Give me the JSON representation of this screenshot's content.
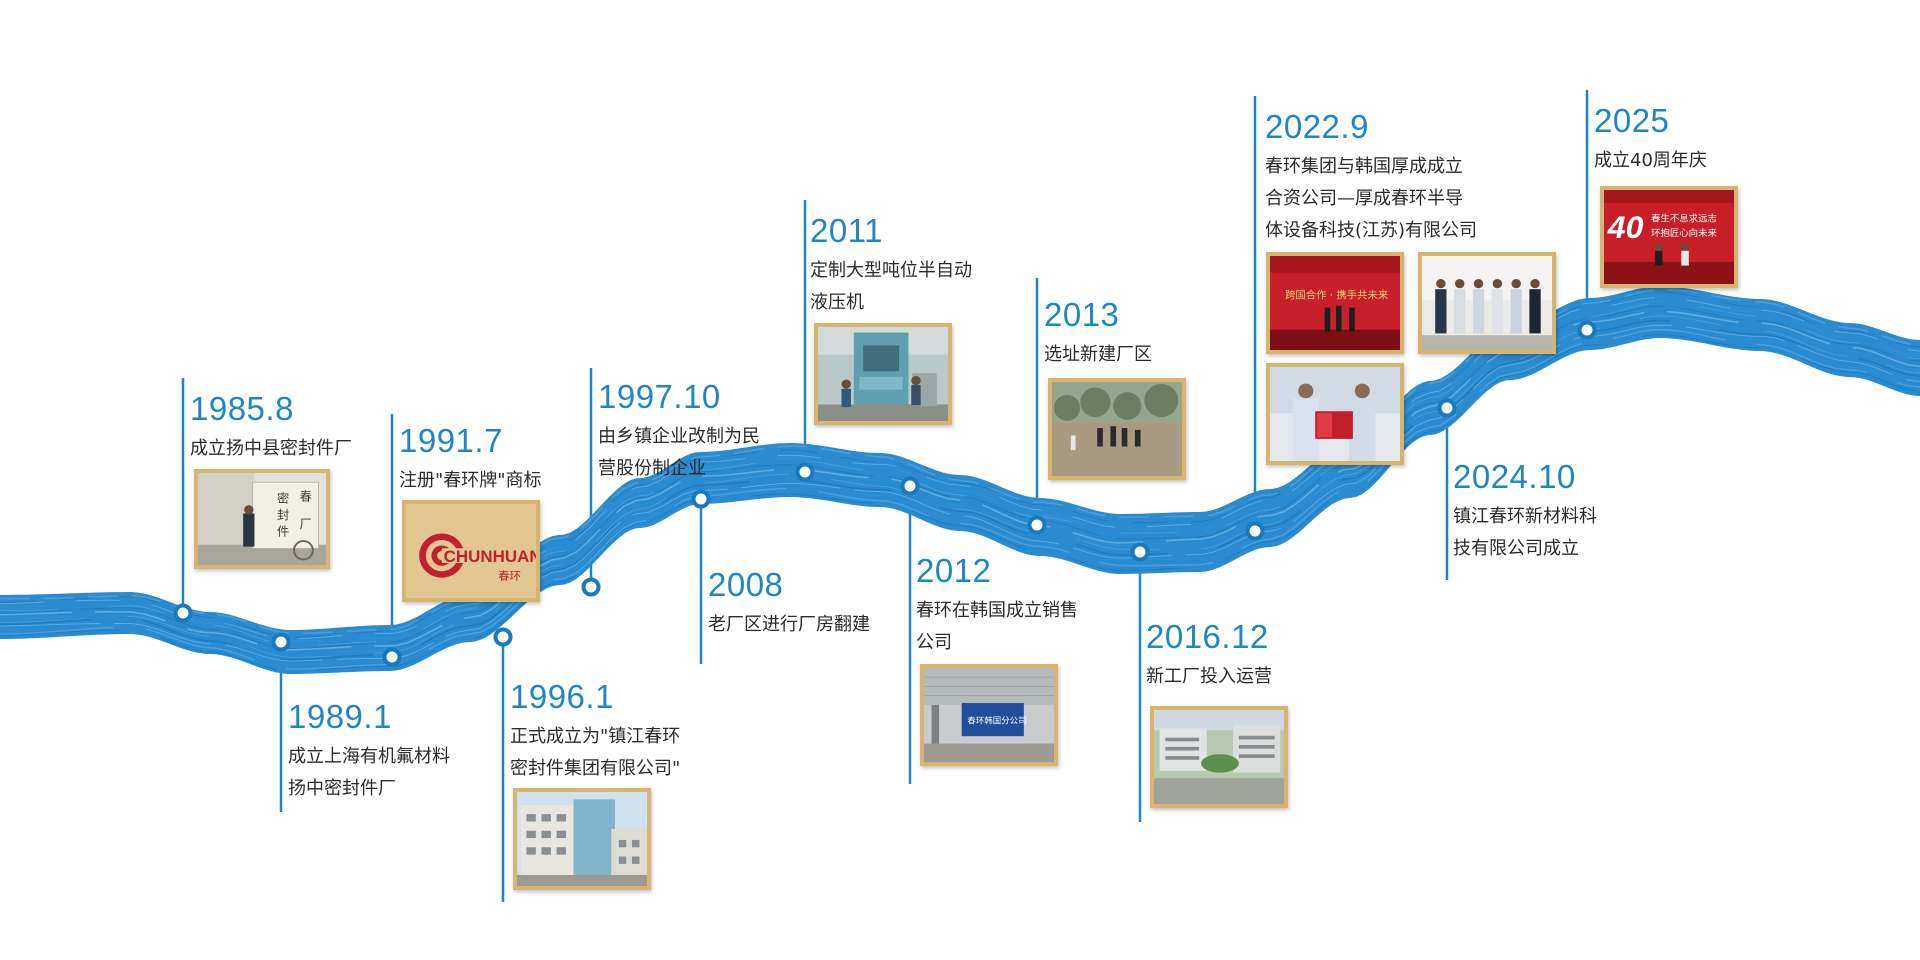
{
  "events": [
    {
      "id": "e1985",
      "year": "1985.8",
      "lines": [
        "成立扬中县密封件厂"
      ]
    },
    {
      "id": "e1989",
      "year": "1989.1",
      "lines": [
        "成立上海有机氟材料",
        "扬中密封件厂"
      ]
    },
    {
      "id": "e1991",
      "year": "1991.7",
      "lines": [
        "注册\"春环牌\"商标"
      ]
    },
    {
      "id": "e1996",
      "year": "1996.1",
      "lines": [
        "正式成立为\"镇江春环",
        "密封件集团有限公司\""
      ]
    },
    {
      "id": "e1997",
      "year": "1997.10",
      "lines": [
        "由乡镇企业改制为民",
        "营股份制企业"
      ]
    },
    {
      "id": "e2008",
      "year": "2008",
      "lines": [
        "老厂区进行厂房翻建"
      ]
    },
    {
      "id": "e2011",
      "year": "2011",
      "lines": [
        "定制大型吨位半自动",
        "液压机"
      ]
    },
    {
      "id": "e2012",
      "year": "2012",
      "lines": [
        "春环在韩国成立销售",
        "公司"
      ]
    },
    {
      "id": "e2013",
      "year": "2013",
      "lines": [
        "选址新建厂区"
      ]
    },
    {
      "id": "e2016",
      "year": "2016.12",
      "lines": [
        "新工厂投入运营"
      ]
    },
    {
      "id": "e2022",
      "year": "2022.9",
      "lines": [
        "春环集团与韩国厚成成立",
        "合资公司—厚成春环半导",
        "体设备科技(江苏)有限公司"
      ]
    },
    {
      "id": "e2024",
      "year": "2024.10",
      "lines": [
        "镇江春环新材料科",
        "技有限公司成立"
      ]
    },
    {
      "id": "e2025",
      "year": "2025",
      "lines": [
        "成立40周年庆"
      ]
    }
  ],
  "photos": {
    "sign_chars": [
      "春",
      "密",
      "封",
      "件",
      "厂"
    ],
    "logo_text": "CHUNHUAN",
    "logo_sub": "春环",
    "korea_sign": "春环韩国分公司",
    "ceremony_banner": "跨国合作 · 携手共未来",
    "anniv_number": "40",
    "anniv_line1": "春生不息求远志",
    "anniv_line2": "环抱匠心向未来"
  },
  "colors": {
    "accent": "#1f86c6",
    "ribbon": "#2a8bd0",
    "frame": "#d6b56e"
  }
}
